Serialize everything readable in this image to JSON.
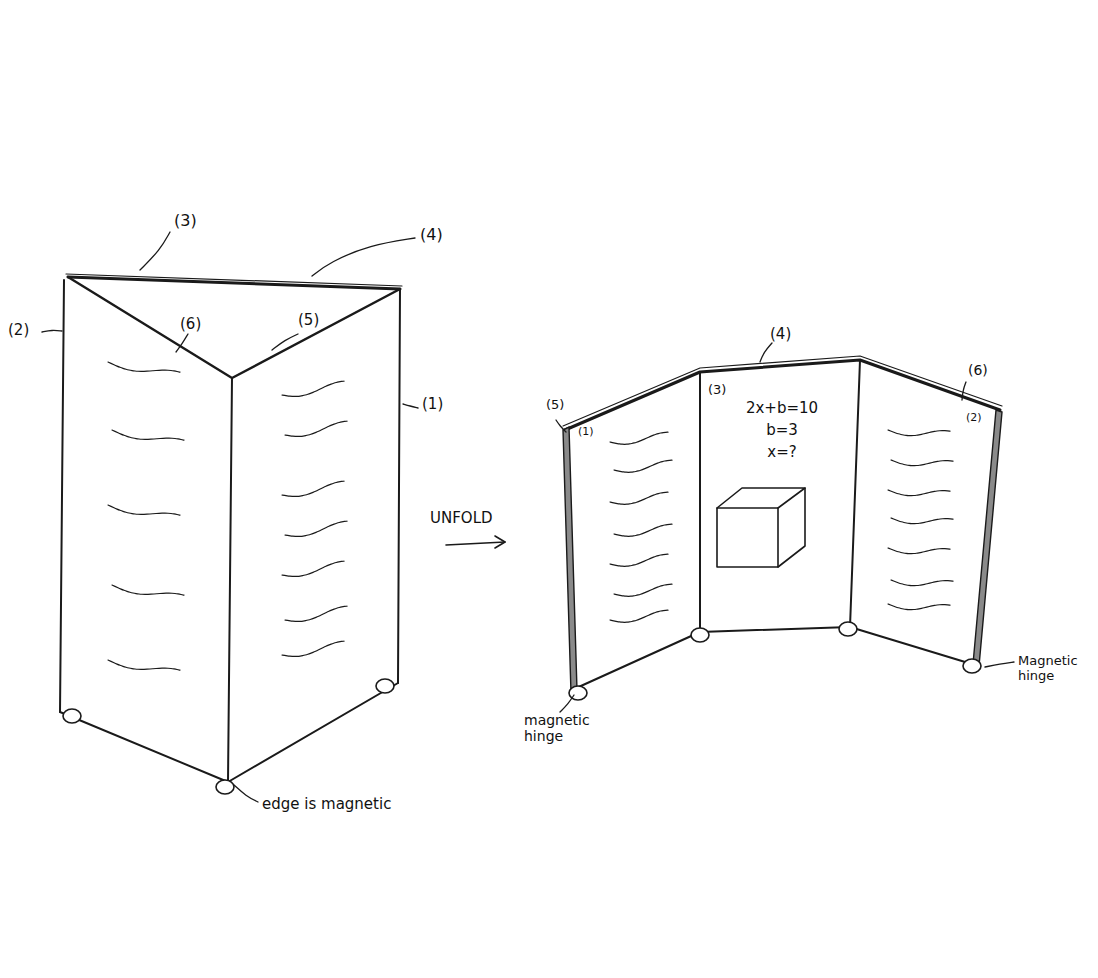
{
  "diagram": {
    "nodes": [
      {
        "text": [
          "2x+b=10",
          "b=3",
          "x=?"
        ]
      }
    ],
    "labels": [
      "(3)",
      "(4)",
      "(6)",
      "(5)",
      "(2)",
      "(1)",
      "edge is magnetic",
      "UNFOLD",
      "(5)",
      "(1)",
      "(4)",
      "(3)",
      "(6)",
      "(2)",
      "magnetic hinge",
      "Magnetic hinge"
    ]
  }
}
